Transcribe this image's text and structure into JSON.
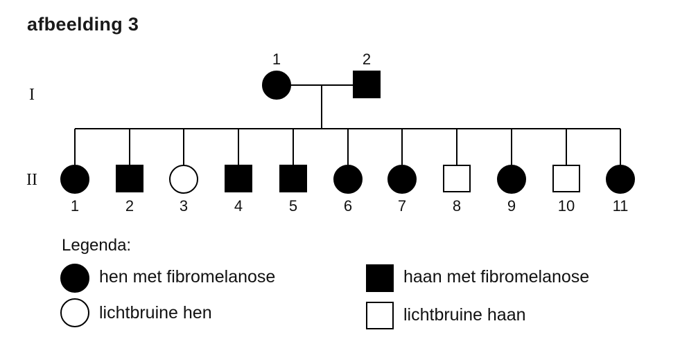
{
  "title": "afbeelding 3",
  "colors": {
    "affected": "#000000",
    "unaffected": "#ffffff",
    "stroke": "#000000"
  },
  "generations": [
    {
      "label": "I",
      "individuals": [
        {
          "number": "1",
          "sex": "female",
          "affected": true
        },
        {
          "number": "2",
          "sex": "male",
          "affected": true
        }
      ]
    },
    {
      "label": "II",
      "individuals": [
        {
          "number": "1",
          "sex": "female",
          "affected": true
        },
        {
          "number": "2",
          "sex": "male",
          "affected": true
        },
        {
          "number": "3",
          "sex": "female",
          "affected": false
        },
        {
          "number": "4",
          "sex": "male",
          "affected": true
        },
        {
          "number": "5",
          "sex": "male",
          "affected": true
        },
        {
          "number": "6",
          "sex": "female",
          "affected": true
        },
        {
          "number": "7",
          "sex": "female",
          "affected": true
        },
        {
          "number": "8",
          "sex": "male",
          "affected": false
        },
        {
          "number": "9",
          "sex": "female",
          "affected": true
        },
        {
          "number": "10",
          "sex": "male",
          "affected": false
        },
        {
          "number": "11",
          "sex": "female",
          "affected": true
        }
      ]
    }
  ],
  "legend": {
    "title": "Legenda:",
    "items": [
      {
        "symbol": "circle-filled",
        "label": "hen met fibromelanose"
      },
      {
        "symbol": "circle-open",
        "label": "lichtbruine hen"
      },
      {
        "symbol": "square-filled",
        "label": "haan met fibromelanose"
      },
      {
        "symbol": "square-open",
        "label": "lichtbruine haan"
      }
    ]
  }
}
